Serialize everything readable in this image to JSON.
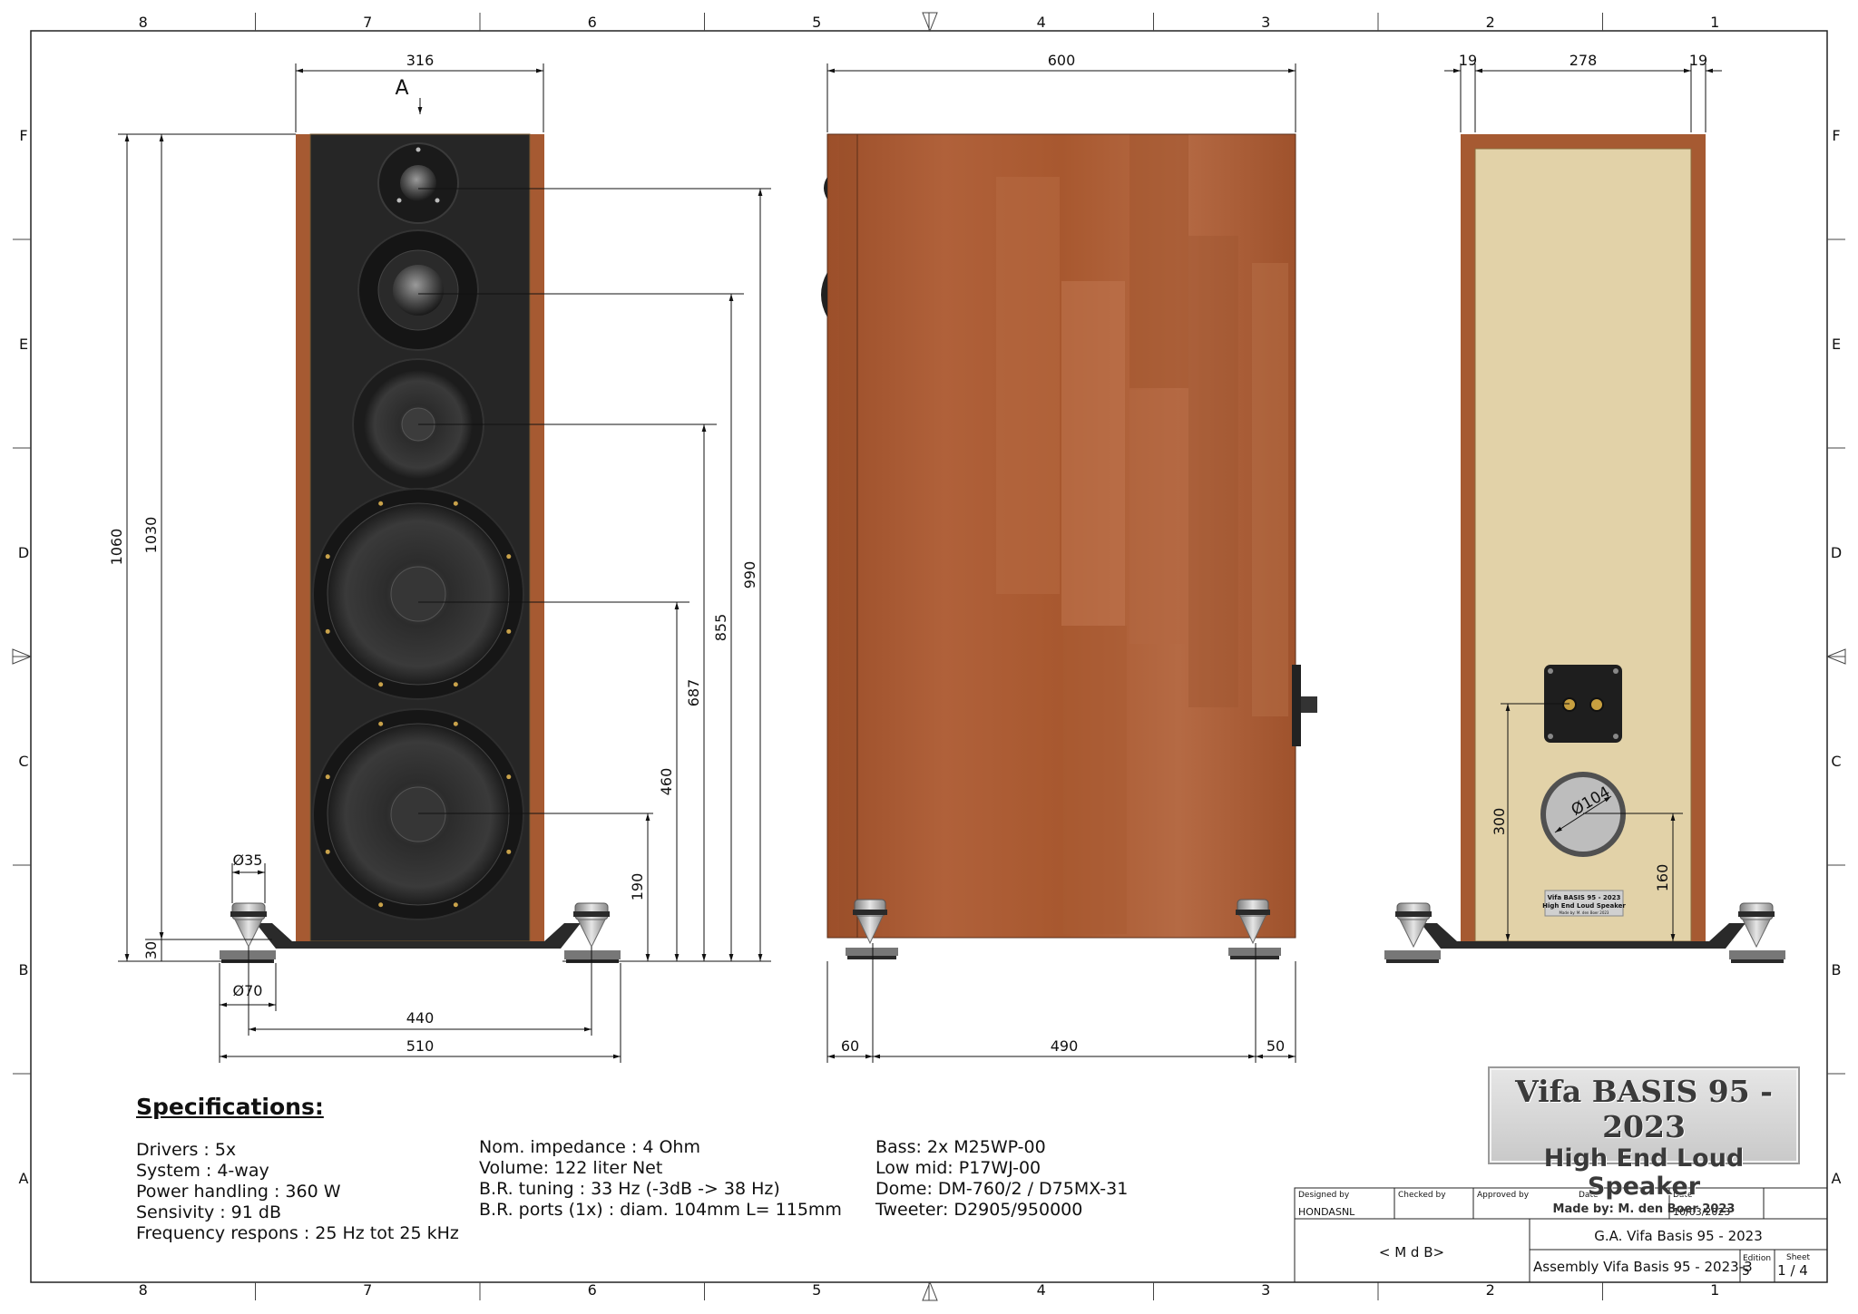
{
  "frame": {
    "columns": [
      "8",
      "7",
      "6",
      "5",
      "4",
      "3",
      "2",
      "1"
    ],
    "rows": [
      "F",
      "E",
      "D",
      "C",
      "B",
      "A"
    ]
  },
  "front_view": {
    "section_label": "A",
    "dim_width": "316",
    "dim_height_total": "1060",
    "dim_height_cabinet": "1030",
    "dim_plinth": "30",
    "dim_tweeter": "990",
    "dim_dome": "855",
    "dim_lowmid": "687",
    "dim_bass_upper": "460",
    "dim_bass_lower": "190",
    "dim_spike_diam": "Ø35",
    "dim_foot_diam": "Ø70",
    "dim_spike_span": "440",
    "dim_foot_span": "510"
  },
  "side_view": {
    "dim_depth": "600",
    "dim_front_offset": "60",
    "dim_spike_span": "490",
    "dim_rear_offset": "50"
  },
  "rear_view": {
    "dim_wall_left": "19",
    "dim_inner": "278",
    "dim_wall_right": "19",
    "dim_terminal_height": "300",
    "dim_port_diam": "Ø104",
    "dim_port_height": "160",
    "badge_line1": "Vifa BASIS 95 - 2023",
    "badge_line2": "High End Loud Speaker",
    "badge_line3": "Made by: M. den Boer 2023"
  },
  "specs": {
    "title": "Specifications:",
    "col1": [
      "Drivers : 5x",
      "System : 4-way",
      "Power handling : 360 W",
      "Sensivity : 91 dB",
      "Frequency respons : 25 Hz tot 25 kHz"
    ],
    "col2": [
      "Nom. impedance : 4 Ohm",
      "Volume: 122 liter Net",
      "B.R. tuning : 33 Hz (-3dB -> 38 Hz)",
      "B.R. ports (1x) : diam. 104mm L= 115mm"
    ],
    "col3": [
      "Bass: 2x M25WP-00",
      "Low mid: P17WJ-00",
      "Dome: DM-760/2 / D75MX-31",
      "Tweeter: D2905/950000"
    ]
  },
  "logo": {
    "line1": "Vifa BASIS 95 - 2023",
    "line2": "High End Loud Speaker",
    "line3": "Made by: M. den Boer 2023"
  },
  "title_block": {
    "designed_by_label": "Designed by",
    "designed_by_value": "HONDASNL",
    "checked_by_label": "Checked by",
    "approved_by_label": "Approved by",
    "date_label_1": "Date",
    "date_label_2": "Date",
    "date_value": "10/03/2023",
    "author_mark": "< M d B>",
    "project_title": "G.A. Vifa Basis 95 - 2023",
    "drawing_title": "Assembly Vifa Basis 95 - 2023-3",
    "edition_label": "Edition",
    "edition_value": "5",
    "sheet_label": "Sheet",
    "sheet_value": "1 / 4"
  }
}
